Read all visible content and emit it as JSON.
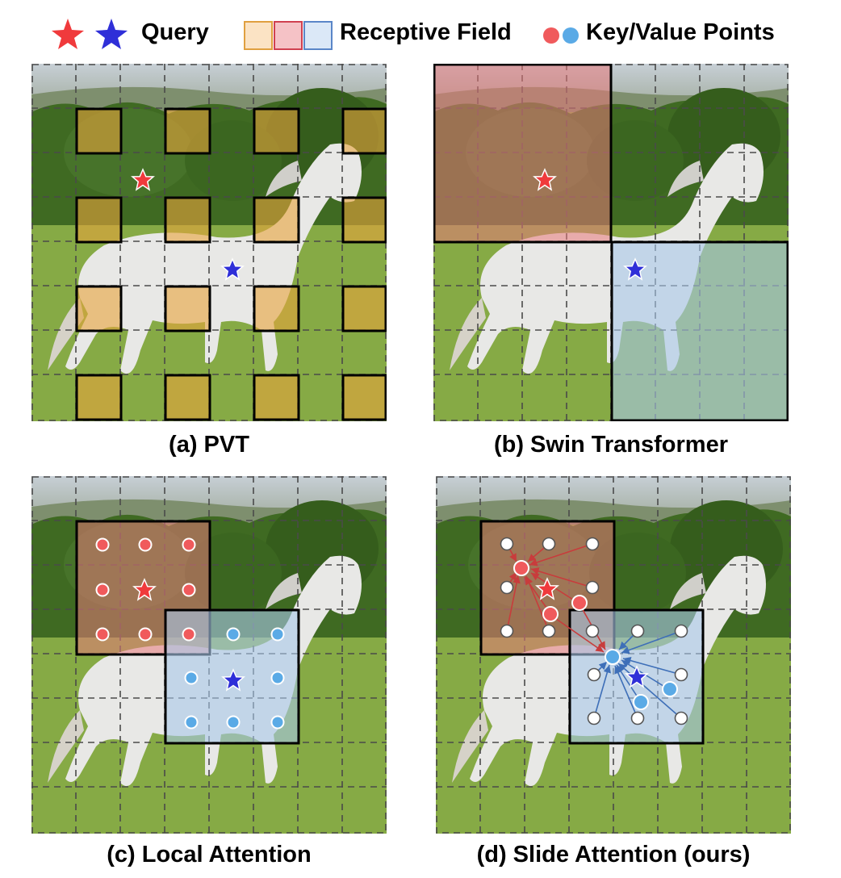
{
  "legend": {
    "query_label": "Query",
    "receptive_field_label": "Receptive Field",
    "kv_points_label": "Key/Value Points"
  },
  "captions": {
    "pvt": "(a) PVT",
    "swin": "(b) Swin Transformer",
    "local": "(c) Local Attention",
    "slide": "(d) Slide Attention (ours)"
  },
  "colors": {
    "red_query": "#f03a3c",
    "blue_query": "#2f2fd8",
    "orange_field": "#e8a33c",
    "red_field": "#e8787a",
    "blue_field": "#a8c8ea",
    "red_point": "#f05a5c",
    "blue_point": "#5aaae6",
    "grid_dash": "#4a4a4a"
  },
  "icons": {
    "query": "star-icon",
    "points": "circle-icon"
  }
}
